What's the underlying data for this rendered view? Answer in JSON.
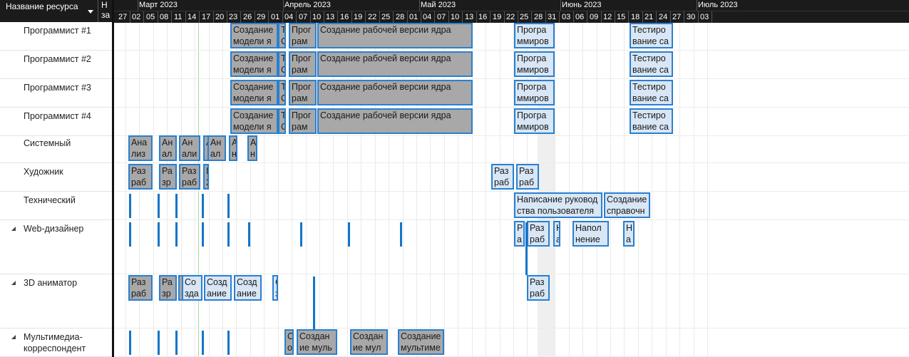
{
  "header": {
    "resource_col": "Название ресурса",
    "n_col_line1": "Н",
    "n_col_line2": "за"
  },
  "resources": [
    {
      "name": "Программист #1",
      "collapsible": false
    },
    {
      "name": "Программист #2",
      "collapsible": false
    },
    {
      "name": "Программист #3",
      "collapsible": false
    },
    {
      "name": "Программист #4",
      "collapsible": false
    },
    {
      "name": "Системный",
      "collapsible": false
    },
    {
      "name": "Художник",
      "collapsible": false
    },
    {
      "name": "Технический",
      "collapsible": false
    },
    {
      "name": "Web-дизайнер",
      "collapsible": true
    },
    {
      "name": "3D аниматор",
      "collapsible": true
    },
    {
      "name": "Мультимедиа-корреспондент",
      "collapsible": true
    }
  ],
  "timeline": {
    "months": [
      "Март 2023",
      "Апрель 2023",
      "Май 2023",
      "Июнь 2023",
      "Июль 2023"
    ],
    "days": [
      "27",
      "02",
      "05",
      "08",
      "11",
      "14",
      "17",
      "20",
      "23",
      "26",
      "29",
      "01",
      "04",
      "07",
      "10",
      "13",
      "16",
      "19",
      "22",
      "25",
      "28",
      "01",
      "04",
      "07",
      "10",
      "13",
      "16",
      "19",
      "22",
      "25",
      "28",
      "31",
      "03",
      "06",
      "09",
      "12",
      "15",
      "18",
      "21",
      "24",
      "27",
      "30",
      "03"
    ]
  },
  "tasks": [
    {
      "row": 0,
      "start": 23.0,
      "end": 33.5,
      "color": "gray",
      "text": "Создание модели ядра"
    },
    {
      "row": 0,
      "start": 33.6,
      "end": 35.4,
      "color": "gray",
      "text": "Т С мр"
    },
    {
      "row": 0,
      "start": 36.0,
      "end": 42.2,
      "color": "gray",
      "text": "Програм средств"
    },
    {
      "row": 0,
      "start": 42.3,
      "end": 76.5,
      "color": "gray",
      "text": "Создание рабочей версии ядра"
    },
    {
      "row": 0,
      "start": 85.5,
      "end": 94.5,
      "color": "blue",
      "text": "Программиров интерфейса"
    },
    {
      "row": 0,
      "start": 111.0,
      "end": 120.5,
      "color": "blue",
      "text": "Тестирование сайта"
    },
    {
      "row": 1,
      "start": 23.0,
      "end": 33.5,
      "color": "gray",
      "text": "Создание модели ядра"
    },
    {
      "row": 1,
      "start": 33.6,
      "end": 35.4,
      "color": "gray",
      "text": "Т С мр"
    },
    {
      "row": 1,
      "start": 36.0,
      "end": 42.2,
      "color": "gray",
      "text": "Програм средств"
    },
    {
      "row": 1,
      "start": 42.3,
      "end": 76.5,
      "color": "gray",
      "text": "Создание рабочей версии ядра"
    },
    {
      "row": 1,
      "start": 85.5,
      "end": 94.5,
      "color": "blue",
      "text": "Программиров интерфейса"
    },
    {
      "row": 1,
      "start": 111.0,
      "end": 120.5,
      "color": "blue",
      "text": "Тестирование сайта"
    },
    {
      "row": 2,
      "start": 23.0,
      "end": 33.5,
      "color": "gray",
      "text": "Создание модели ядра"
    },
    {
      "row": 2,
      "start": 33.6,
      "end": 35.4,
      "color": "gray",
      "text": "Т С мр"
    },
    {
      "row": 2,
      "start": 36.0,
      "end": 42.2,
      "color": "gray",
      "text": "Програм средств"
    },
    {
      "row": 2,
      "start": 42.3,
      "end": 76.5,
      "color": "gray",
      "text": "Создание рабочей версии ядра"
    },
    {
      "row": 2,
      "start": 85.5,
      "end": 94.5,
      "color": "blue",
      "text": "Программиров интерфейса"
    },
    {
      "row": 2,
      "start": 111.0,
      "end": 120.5,
      "color": "blue",
      "text": "Тестирование сайта"
    },
    {
      "row": 3,
      "start": 23.0,
      "end": 33.5,
      "color": "gray",
      "text": "Создание модели ядра"
    },
    {
      "row": 3,
      "start": 33.6,
      "end": 35.4,
      "color": "gray",
      "text": "Т С мр"
    },
    {
      "row": 3,
      "start": 36.0,
      "end": 42.2,
      "color": "gray",
      "text": "Програм средств"
    },
    {
      "row": 3,
      "start": 42.3,
      "end": 76.5,
      "color": "gray",
      "text": "Создание рабочей версии ядра"
    },
    {
      "row": 3,
      "start": 85.5,
      "end": 94.5,
      "color": "blue",
      "text": "Программиров интерфейса"
    },
    {
      "row": 3,
      "start": 111.0,
      "end": 120.5,
      "color": "blue",
      "text": "Тестирование сайта"
    },
    {
      "row": 4,
      "start": 0.7,
      "end": 6.0,
      "color": "gray",
      "text": "Анализ и"
    },
    {
      "row": 4,
      "start": 7.3,
      "end": 11.3,
      "color": "gray",
      "text": "Анализ и"
    },
    {
      "row": 4,
      "start": 11.8,
      "end": 16.5,
      "color": "gray",
      "text": "Анализ и"
    },
    {
      "row": 4,
      "start": 17.1,
      "end": 18.0,
      "color": "gray",
      "text": "А"
    },
    {
      "row": 4,
      "start": 18.1,
      "end": 22.2,
      "color": "gray",
      "text": "Анали и"
    },
    {
      "row": 4,
      "start": 22.8,
      "end": 24.7,
      "color": "gray",
      "text": "Ан и"
    },
    {
      "row": 4,
      "start": 26.8,
      "end": 29.0,
      "color": "gray",
      "text": "Ана и"
    },
    {
      "row": 5,
      "start": 0.7,
      "end": 6.0,
      "color": "gray",
      "text": "Разрабо 2D"
    },
    {
      "row": 5,
      "start": 7.3,
      "end": 11.3,
      "color": "gray",
      "text": "Разраб 2D"
    },
    {
      "row": 5,
      "start": 11.8,
      "end": 16.5,
      "color": "gray",
      "text": "Разрабо 2D"
    },
    {
      "row": 5,
      "start": 17.1,
      "end": 17.8,
      "color": "gray",
      "text": "Р 2"
    },
    {
      "row": 5,
      "start": 80.5,
      "end": 85.6,
      "color": "blue",
      "text": "Разрабо дизайна"
    },
    {
      "row": 5,
      "start": 86.1,
      "end": 91.2,
      "color": "blue",
      "text": "Разрабо дизайна"
    },
    {
      "row": 6,
      "start": 85.5,
      "end": 105.0,
      "color": "blue",
      "text": "Написание руководства пользователя"
    },
    {
      "row": 6,
      "start": 105.3,
      "end": 115.5,
      "color": "blue",
      "text": "Создание справочной"
    },
    {
      "row": 7,
      "start": 85.5,
      "end": 87.8,
      "color": "blue",
      "text": "Ра стр"
    },
    {
      "row": 7,
      "start": 88.4,
      "end": 93.5,
      "color": "blue",
      "text": "Разрабо дизайна"
    },
    {
      "row": 7,
      "start": 94.2,
      "end": 95.8,
      "color": "blue",
      "text": "На са"
    },
    {
      "row": 7,
      "start": 98.5,
      "end": 106.5,
      "color": "blue",
      "text": "Наполнение сайта"
    },
    {
      "row": 7,
      "start": 109.5,
      "end": 112.0,
      "color": "blue",
      "text": "На сай"
    },
    {
      "row": 8,
      "start": 0.7,
      "end": 6.0,
      "color": "gray",
      "text": "Разрабо 3D"
    },
    {
      "row": 8,
      "start": 7.3,
      "end": 11.3,
      "color": "gray",
      "text": "Разраб 3D"
    },
    {
      "row": 8,
      "start": 11.6,
      "end": 12.2,
      "color": "gray",
      "text": "Р 3"
    },
    {
      "row": 8,
      "start": 12.4,
      "end": 17.0,
      "color": "blue",
      "text": "Создан заставк"
    },
    {
      "row": 8,
      "start": 17.3,
      "end": 23.5,
      "color": "blue",
      "text": "Создание заставки"
    },
    {
      "row": 8,
      "start": 23.8,
      "end": 30.0,
      "color": "blue",
      "text": "Создание заставки"
    },
    {
      "row": 8,
      "start": 32.3,
      "end": 33.5,
      "color": "blue",
      "text": "С з"
    },
    {
      "row": 8,
      "start": 88.4,
      "end": 93.5,
      "color": "blue",
      "text": "Разрабо дизайна"
    },
    {
      "row": 9,
      "start": 35.0,
      "end": 37.0,
      "color": "gray",
      "text": "Со му"
    },
    {
      "row": 9,
      "start": 37.6,
      "end": 46.5,
      "color": "gray",
      "text": "Создание мультимедиа -"
    },
    {
      "row": 9,
      "start": 49.5,
      "end": 57.8,
      "color": "gray",
      "text": "Создание мультимедиа"
    },
    {
      "row": 9,
      "start": 60.0,
      "end": 70.2,
      "color": "gray",
      "text": "Создание мультимедиа -"
    }
  ],
  "markers": [
    {
      "row": 6,
      "days": [
        0.8,
        7.0,
        11.0,
        16.8,
        22.5
      ]
    },
    {
      "row": 7,
      "days": [
        0.8,
        7.0,
        11.0,
        16.8,
        22.5,
        27.0,
        38.5,
        49.0,
        60.5
      ]
    },
    {
      "row": 9,
      "days": [
        0.8,
        7.0,
        11.0,
        16.8,
        22.5
      ]
    }
  ],
  "colors": {
    "accent": "#2a7fd0",
    "gray_bar": "#a8a8a8",
    "blue_bar": "#d8e6f5",
    "header_bg": "#1b1b1b"
  }
}
